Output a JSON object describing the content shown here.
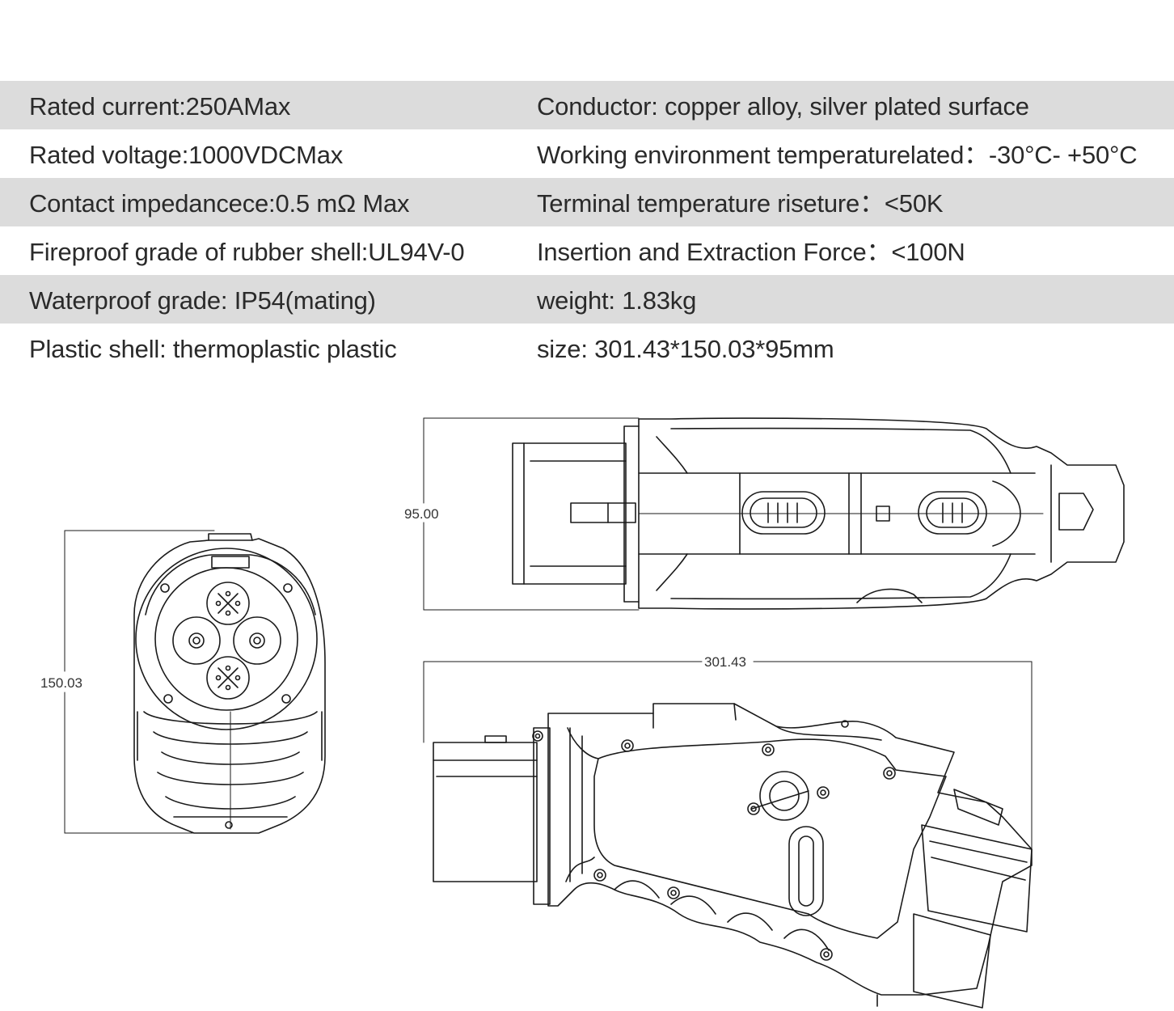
{
  "specs": [
    {
      "left": "Rated current:250AMax",
      "right": "Conductor: copper alloy, silver plated surface"
    },
    {
      "left": "Rated voltage:1000VDCMax",
      "right": "Working environment temperaturelated：-30°C- +50°C"
    },
    {
      "left": "Contact impedancece:0.5 mΩ Max",
      "right": "Terminal temperature riseture：<50K"
    },
    {
      "left": "Fireproof grade of rubber shell:UL94V-0",
      "right": "Insertion and Extraction Force：<100N"
    },
    {
      "left": "Waterproof grade: IP54(mating)",
      "right": "weight: 1.83kg"
    },
    {
      "left": "Plastic shell: thermoplastic plastic",
      "right": "size: 301.43*150.03*95mm"
    }
  ],
  "dimensions": {
    "front_height": "150.03",
    "top_height": "95.00",
    "side_length": "301.43"
  },
  "colors": {
    "row_shade": "#dcdcdc",
    "line": "#1a1a1a",
    "text": "#2a2a2a"
  }
}
